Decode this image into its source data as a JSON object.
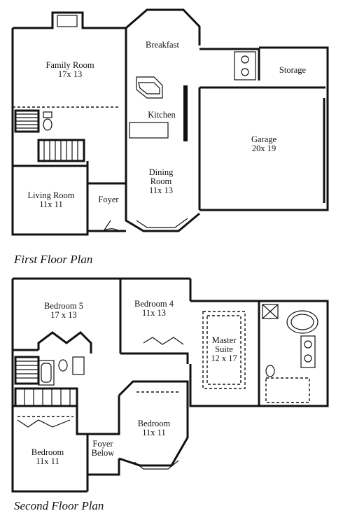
{
  "first_floor": {
    "title": "First Floor Plan",
    "rooms": {
      "family_room": [
        "Family Room",
        "17x 13"
      ],
      "breakfast": [
        "Breakfast"
      ],
      "kitchen": [
        "Kitchen"
      ],
      "storage": [
        "Storage"
      ],
      "garage": [
        "Garage",
        "20x 19"
      ],
      "dining_room": [
        "Dining",
        "Room",
        "11x 13"
      ],
      "living_room": [
        "Living Room",
        "11x 11"
      ],
      "foyer": [
        "Foyer"
      ]
    }
  },
  "second_floor": {
    "title": "Second Floor Plan",
    "rooms": {
      "bedroom5": [
        "Bedroom 5",
        "17 x 13"
      ],
      "bedroom4": [
        "Bedroom 4",
        "11x 13"
      ],
      "master_suite": [
        "Master",
        "Suite",
        "12 x 17"
      ],
      "bedroom_right": [
        "Bedroom",
        "11x 11"
      ],
      "bedroom_left": [
        "Bedroom",
        "11x 11"
      ],
      "foyer_below": [
        "Foyer",
        "Below"
      ]
    }
  }
}
